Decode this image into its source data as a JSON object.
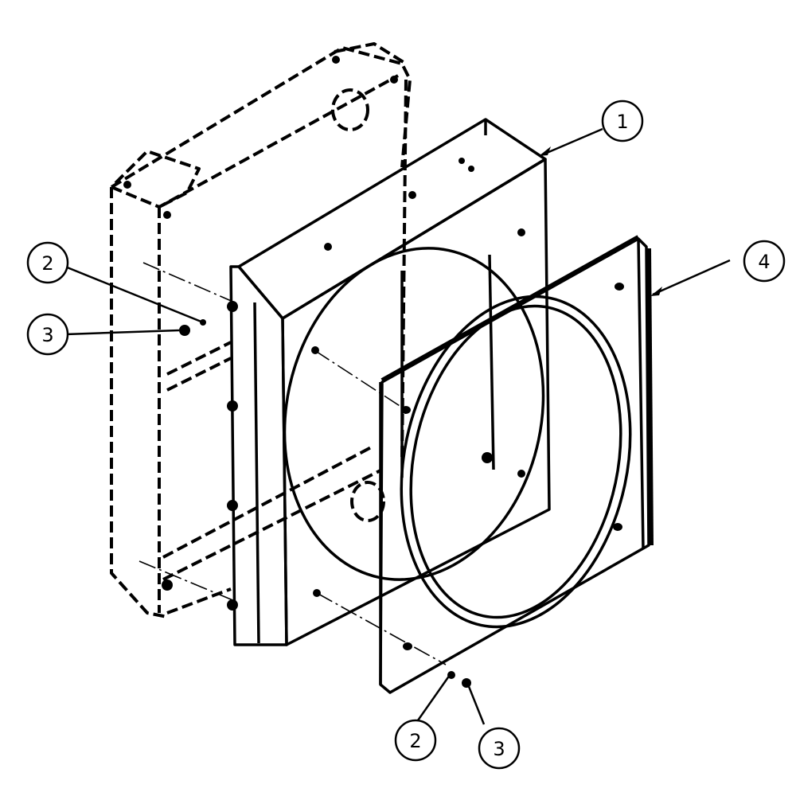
{
  "diagram": {
    "line_color": "#000000",
    "background": "#ffffff",
    "callouts": [
      {
        "id": "callout-1",
        "label": "1"
      },
      {
        "id": "callout-2-upper",
        "label": "2"
      },
      {
        "id": "callout-3-upper",
        "label": "3"
      },
      {
        "id": "callout-4",
        "label": "4"
      },
      {
        "id": "callout-2-lower",
        "label": "2"
      },
      {
        "id": "callout-3-lower",
        "label": "3"
      }
    ]
  }
}
